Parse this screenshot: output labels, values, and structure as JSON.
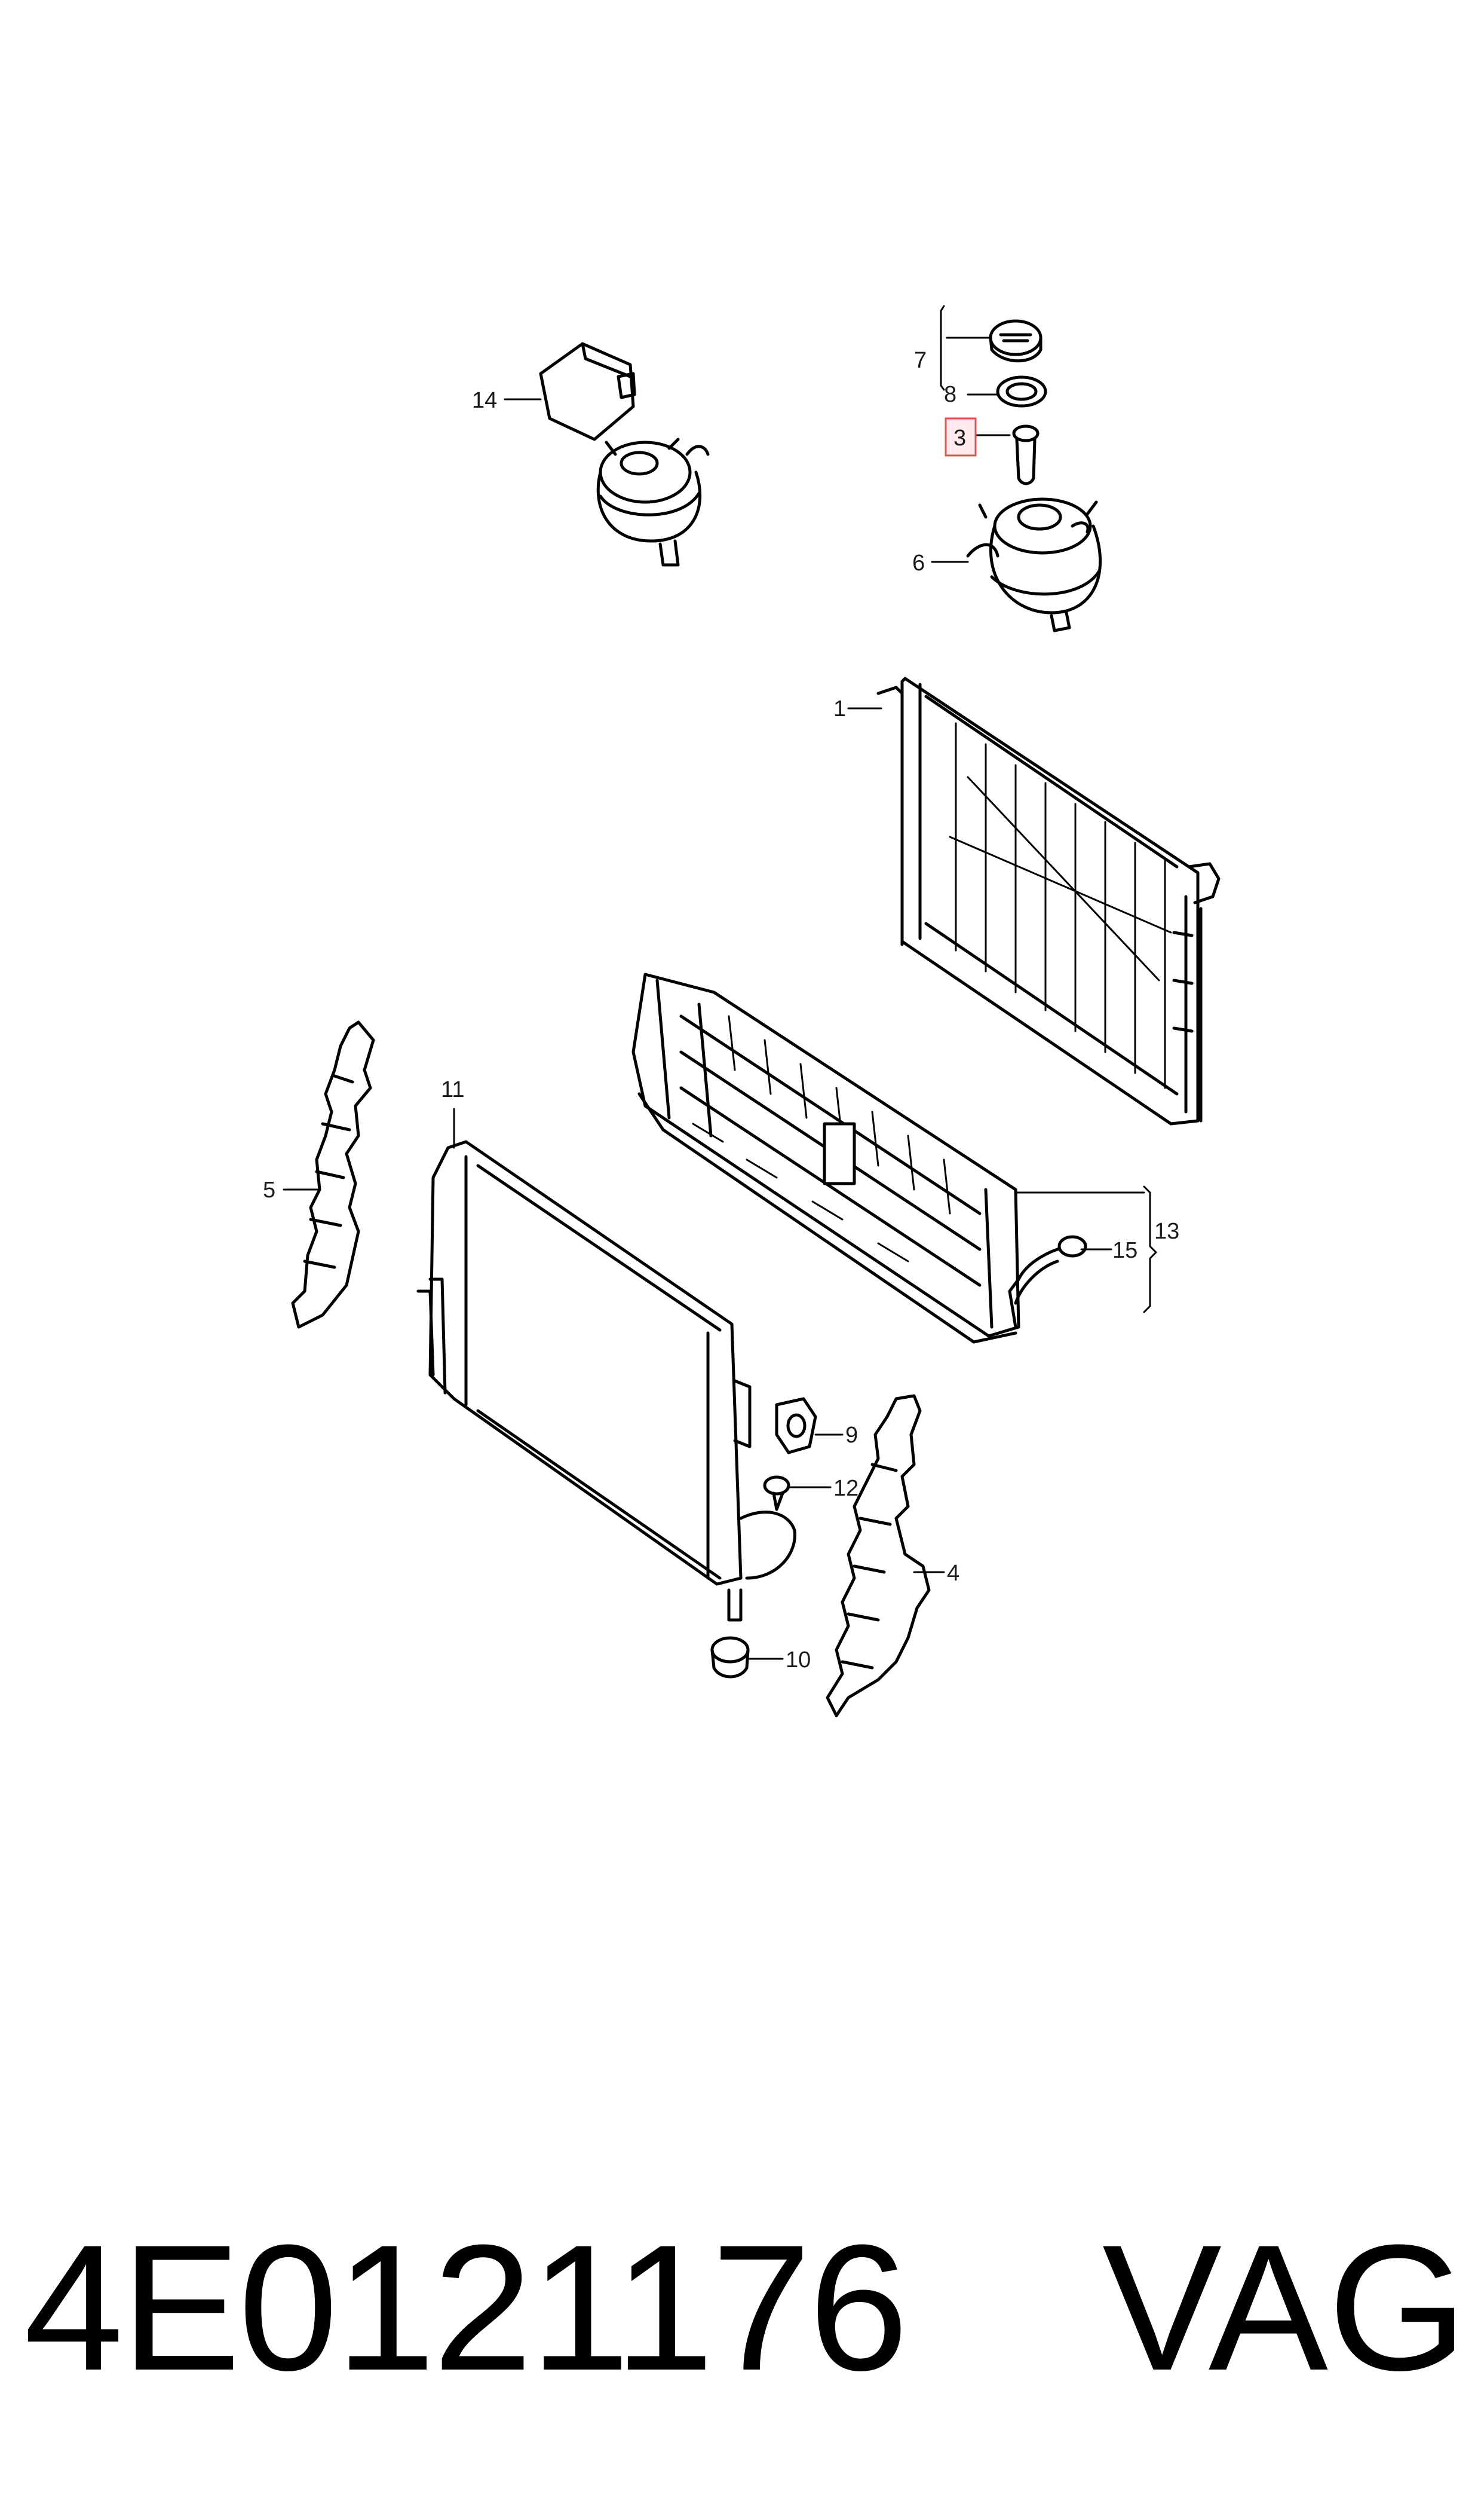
{
  "diagram": {
    "callouts": [
      "1",
      "3",
      "4",
      "5",
      "6",
      "7",
      "8",
      "9",
      "10",
      "11",
      "12",
      "13",
      "14",
      "15"
    ],
    "highlighted_callout": "3"
  },
  "footer": {
    "part_number": "4E0121176",
    "brand": "VAG"
  },
  "colors": {
    "line": "#000000",
    "highlight_border": "#d9534f",
    "highlight_fill": "#ffe9ec"
  }
}
